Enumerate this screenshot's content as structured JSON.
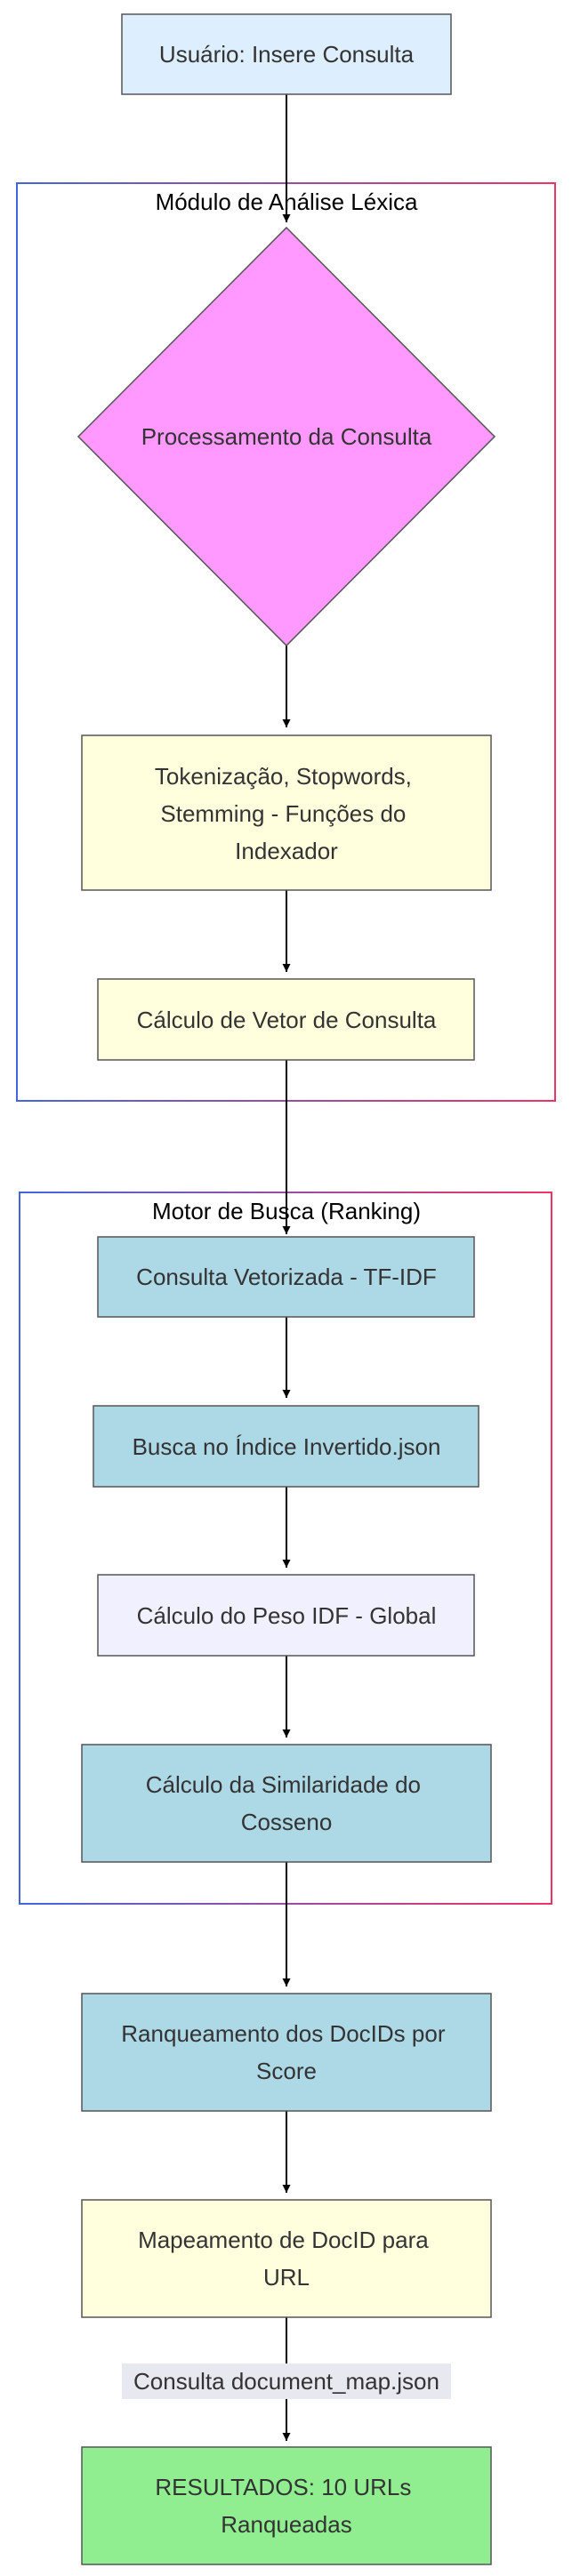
{
  "clusters": {
    "lexical": {
      "label": "Módulo de Análise Léxica"
    },
    "search": {
      "label": "Motor de Busca (Ranking)"
    }
  },
  "nodes": {
    "user_query": {
      "label": [
        "Usuário: Insere Consulta"
      ]
    },
    "query_processing": {
      "label": [
        "Processamento da Consulta"
      ]
    },
    "tokenization": {
      "label": [
        "Tokenização, Stopwords,",
        "Stemming - Funções do",
        "Indexador"
      ]
    },
    "query_vector": {
      "label": [
        "Cálculo de Vetor de Consulta"
      ]
    },
    "vectorized_query": {
      "label": [
        "Consulta Vetorizada - TF-IDF"
      ]
    },
    "inverted_index": {
      "label": [
        "Busca no Índice Invertido.json"
      ]
    },
    "idf_weight": {
      "label": [
        "Cálculo do Peso IDF - Global"
      ]
    },
    "cosine_similarity": {
      "label": [
        "Cálculo da Similaridade do",
        "Cosseno"
      ]
    },
    "ranking": {
      "label": [
        "Ranqueamento dos DocIDs por",
        "Score"
      ]
    },
    "url_mapping": {
      "label": [
        "Mapeamento de DocID para",
        "URL"
      ]
    },
    "results": {
      "label": [
        "RESULTADOS: 10 URLs",
        "Ranqueadas"
      ]
    }
  },
  "edges": {
    "document_map": {
      "label": "Consulta document_map.json"
    }
  },
  "colors": {
    "blue_box": "#ddeeff",
    "magenta": "#ff99ff",
    "yellow": "#ffffdd",
    "light_blue": "#add8e6",
    "lavender": "#f0f0ff",
    "green": "#90ee90",
    "edge_label_bg": "#e8e8f0",
    "cluster_left": "#4466dd",
    "cluster_right": "#ee3366"
  }
}
